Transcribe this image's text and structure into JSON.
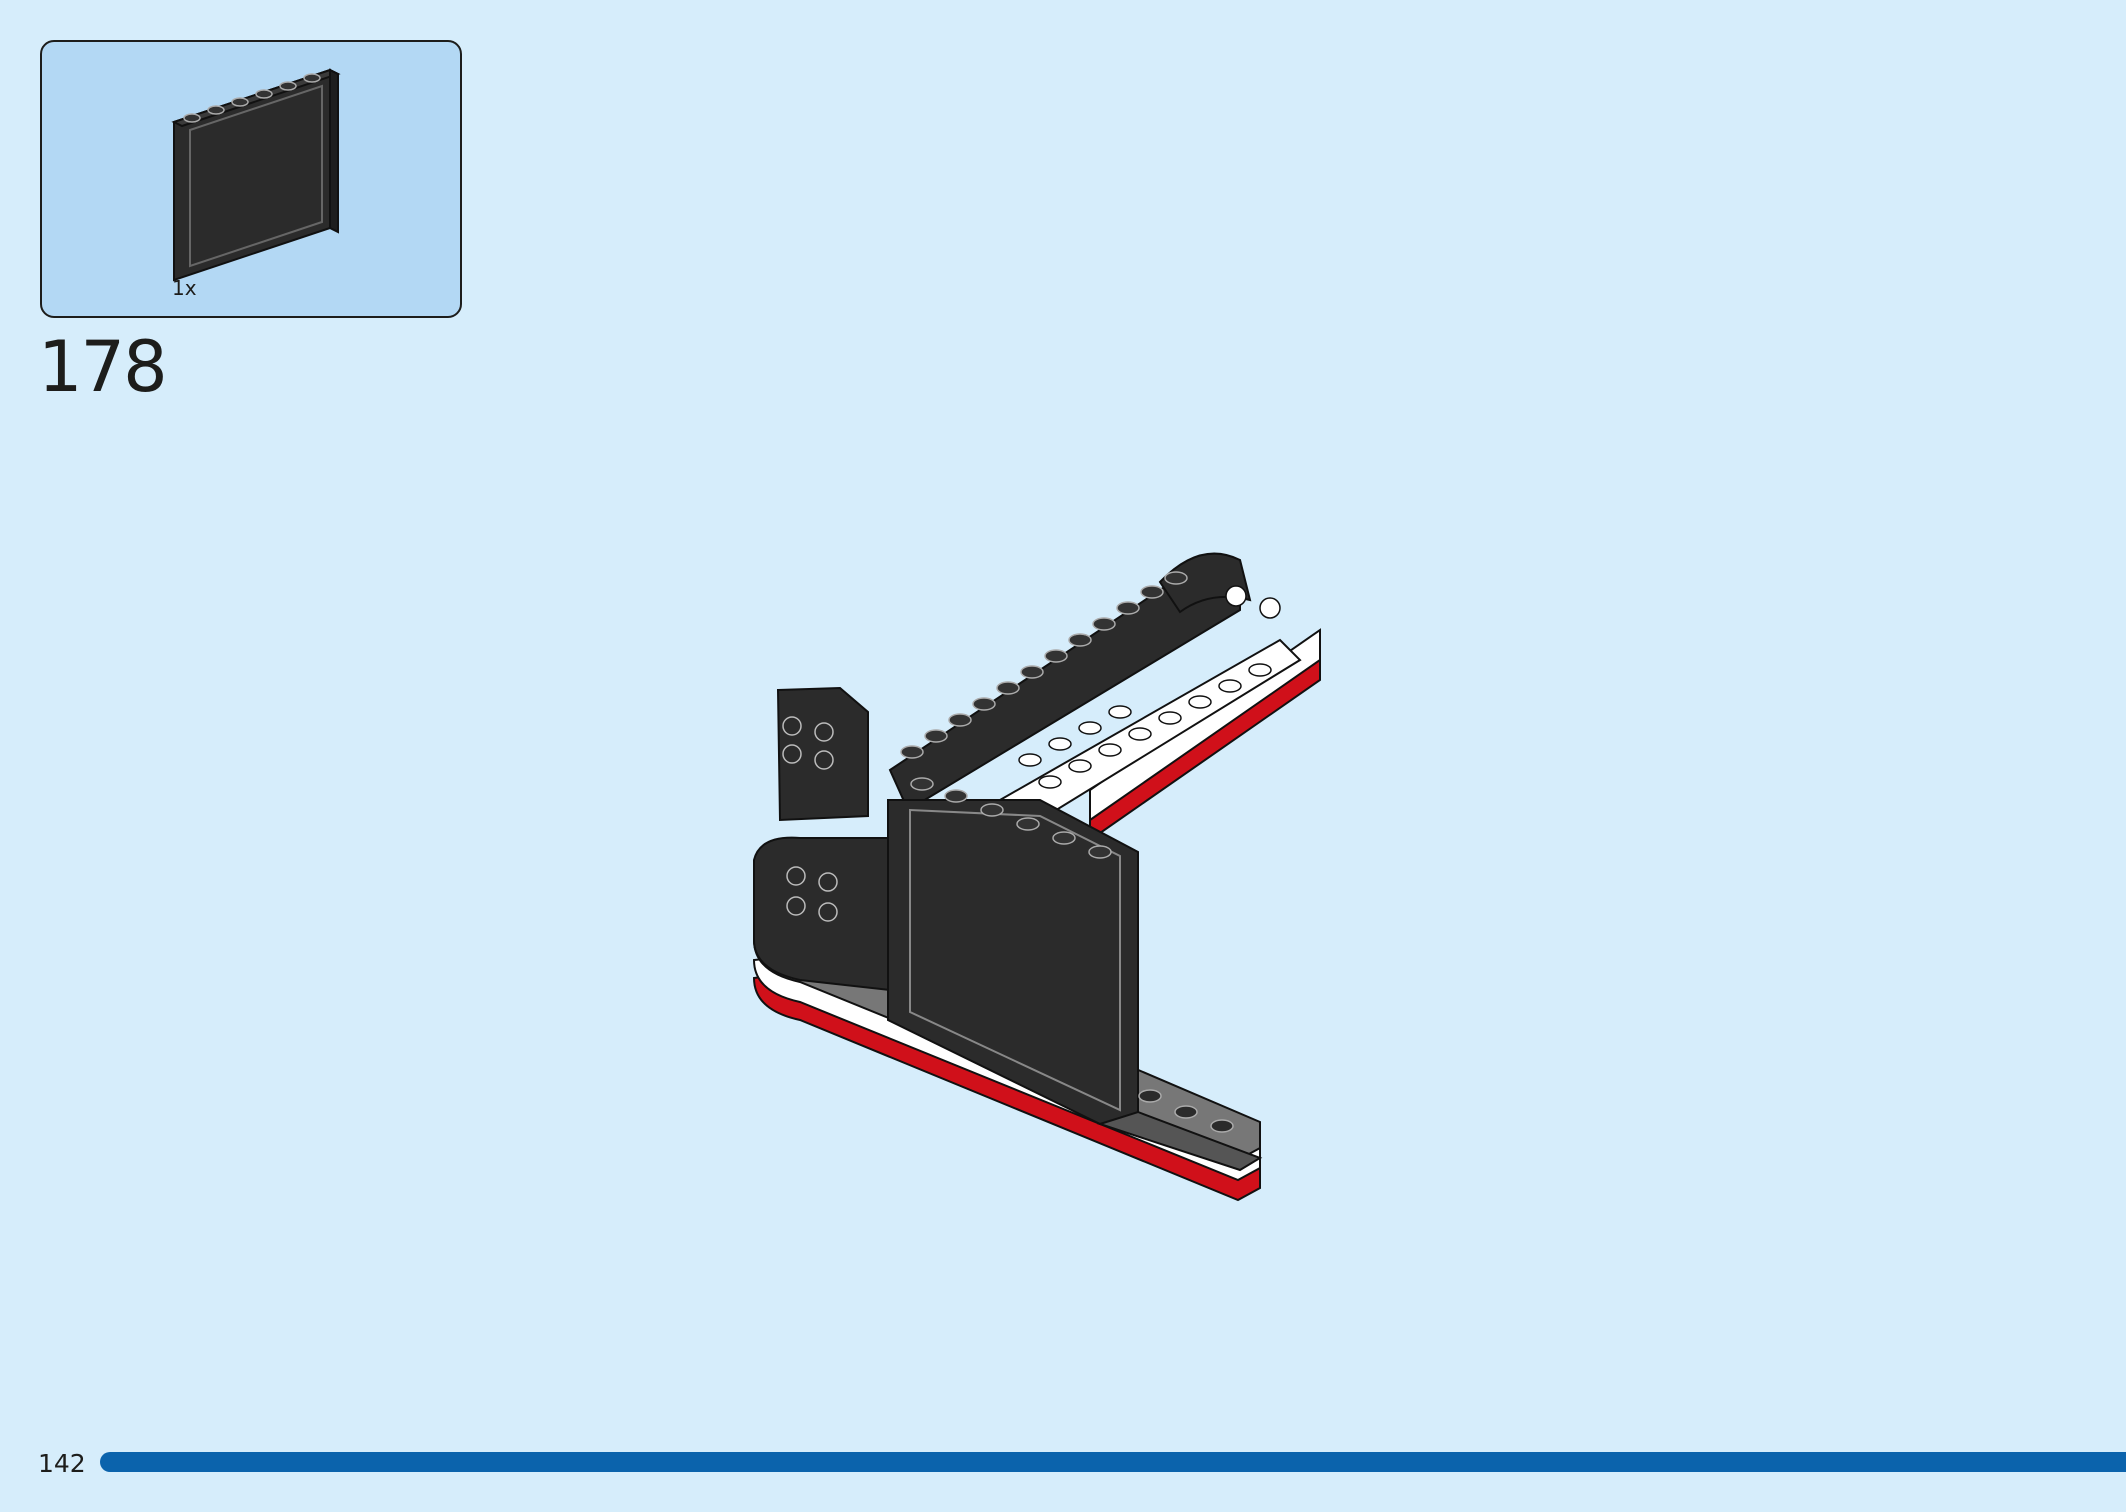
{
  "parts_callout": {
    "part_name_icon": "black-panel-1x6x5-icon",
    "quantity": "1x"
  },
  "step": {
    "number": "178"
  },
  "footer": {
    "page_number": "142"
  },
  "colors": {
    "background": "#d6edfb",
    "callout_background": "#b3d8f4",
    "progress_bar": "#0b63ac",
    "brick_black": "#2b2b2b",
    "brick_red": "#d0101a",
    "brick_white": "#ffffff",
    "brick_gray": "#777777"
  }
}
